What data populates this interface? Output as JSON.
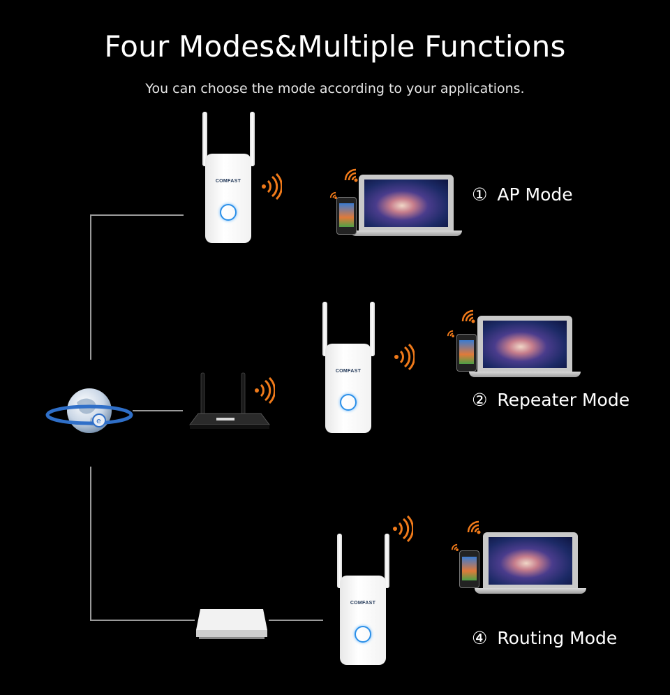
{
  "header": {
    "title": "Four Modes&Multiple Functions",
    "subtitle": "You can choose the mode according to your applications."
  },
  "modes": [
    {
      "number": "①",
      "label": "AP Mode"
    },
    {
      "number": "②",
      "label": "Repeater Mode"
    },
    {
      "number": "④",
      "label": "Routing Mode"
    }
  ],
  "device": {
    "brand": "COMFAST"
  },
  "colors": {
    "background": "#000000",
    "wifi_signal": "#f07a1a",
    "indicator_ring": "#2a8fe8",
    "connector_line": "#9a9a9a"
  }
}
